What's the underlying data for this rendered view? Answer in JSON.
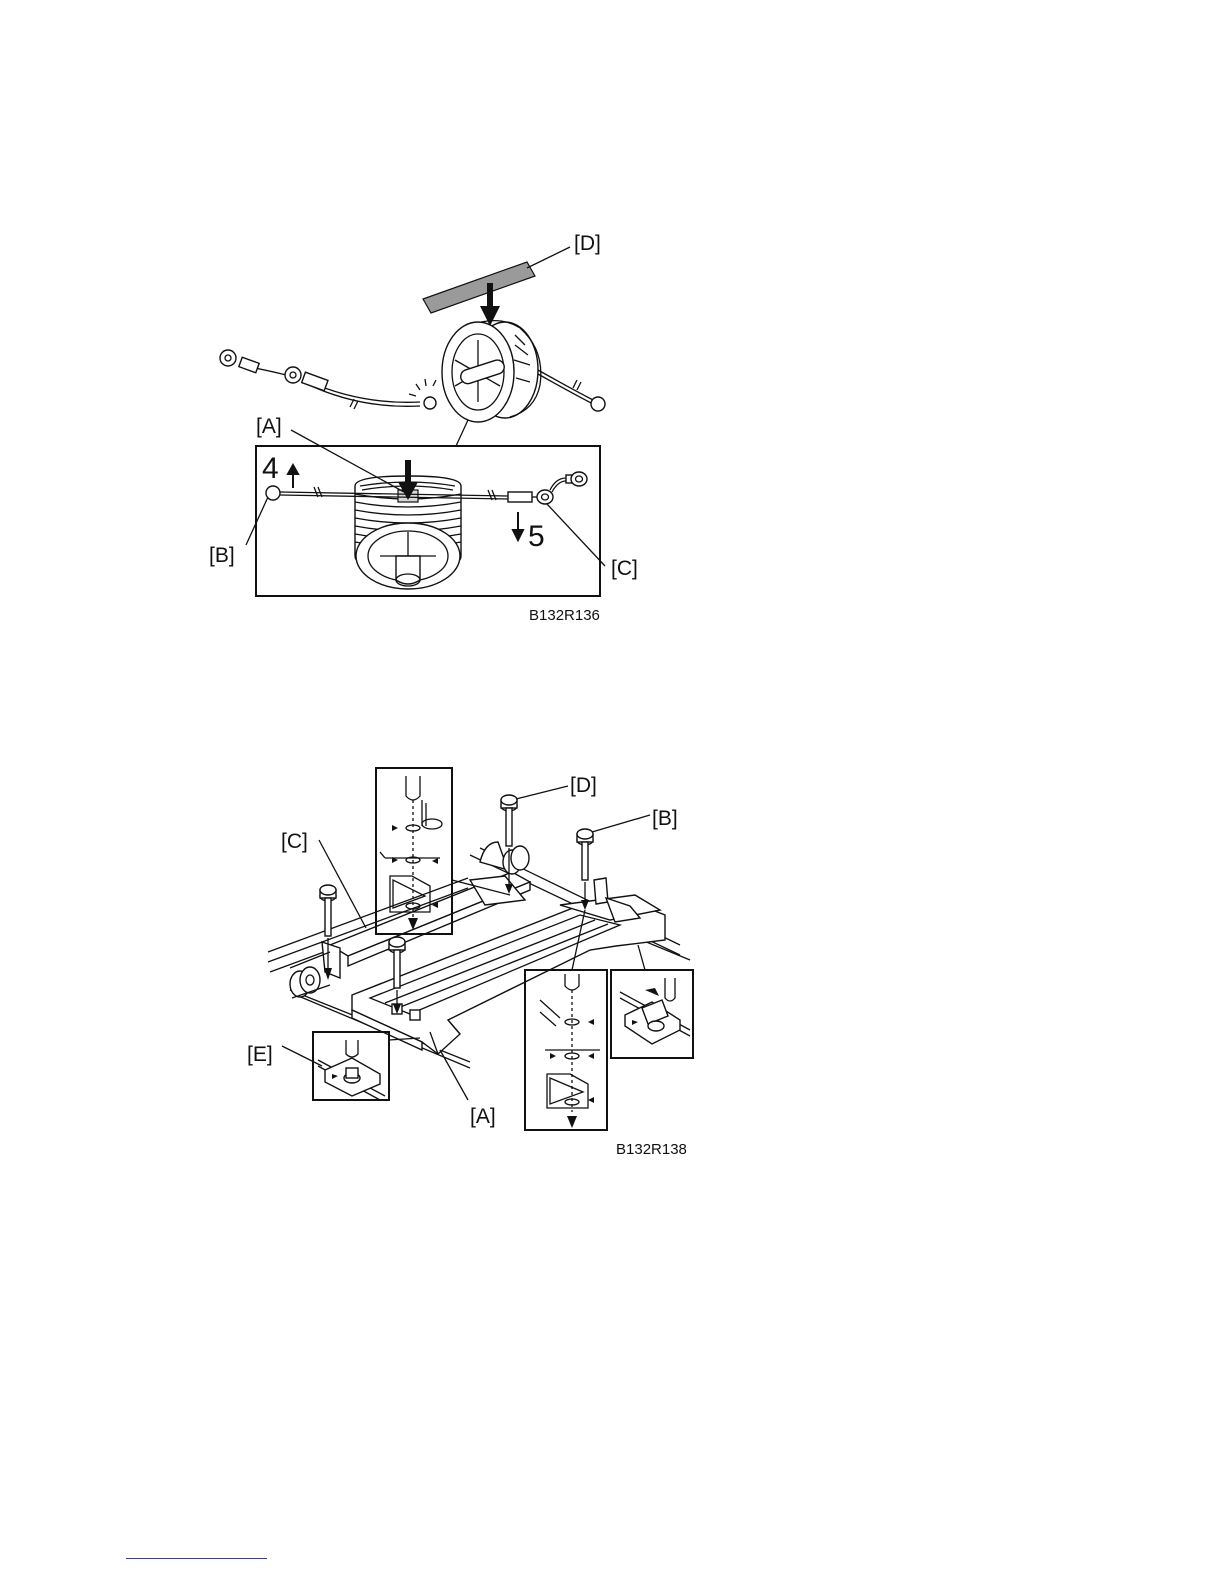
{
  "figure1": {
    "labels": {
      "a": "[A]",
      "b": "[B]",
      "c": "[C]",
      "d": "[D]"
    },
    "steps": {
      "up": "4",
      "down": "5"
    },
    "code": "B132R136"
  },
  "figure2": {
    "labels": {
      "a": "[A]",
      "b": "[B]",
      "c": "[C]",
      "d": "[D]",
      "e": "[E]"
    },
    "code": "B132R138"
  }
}
